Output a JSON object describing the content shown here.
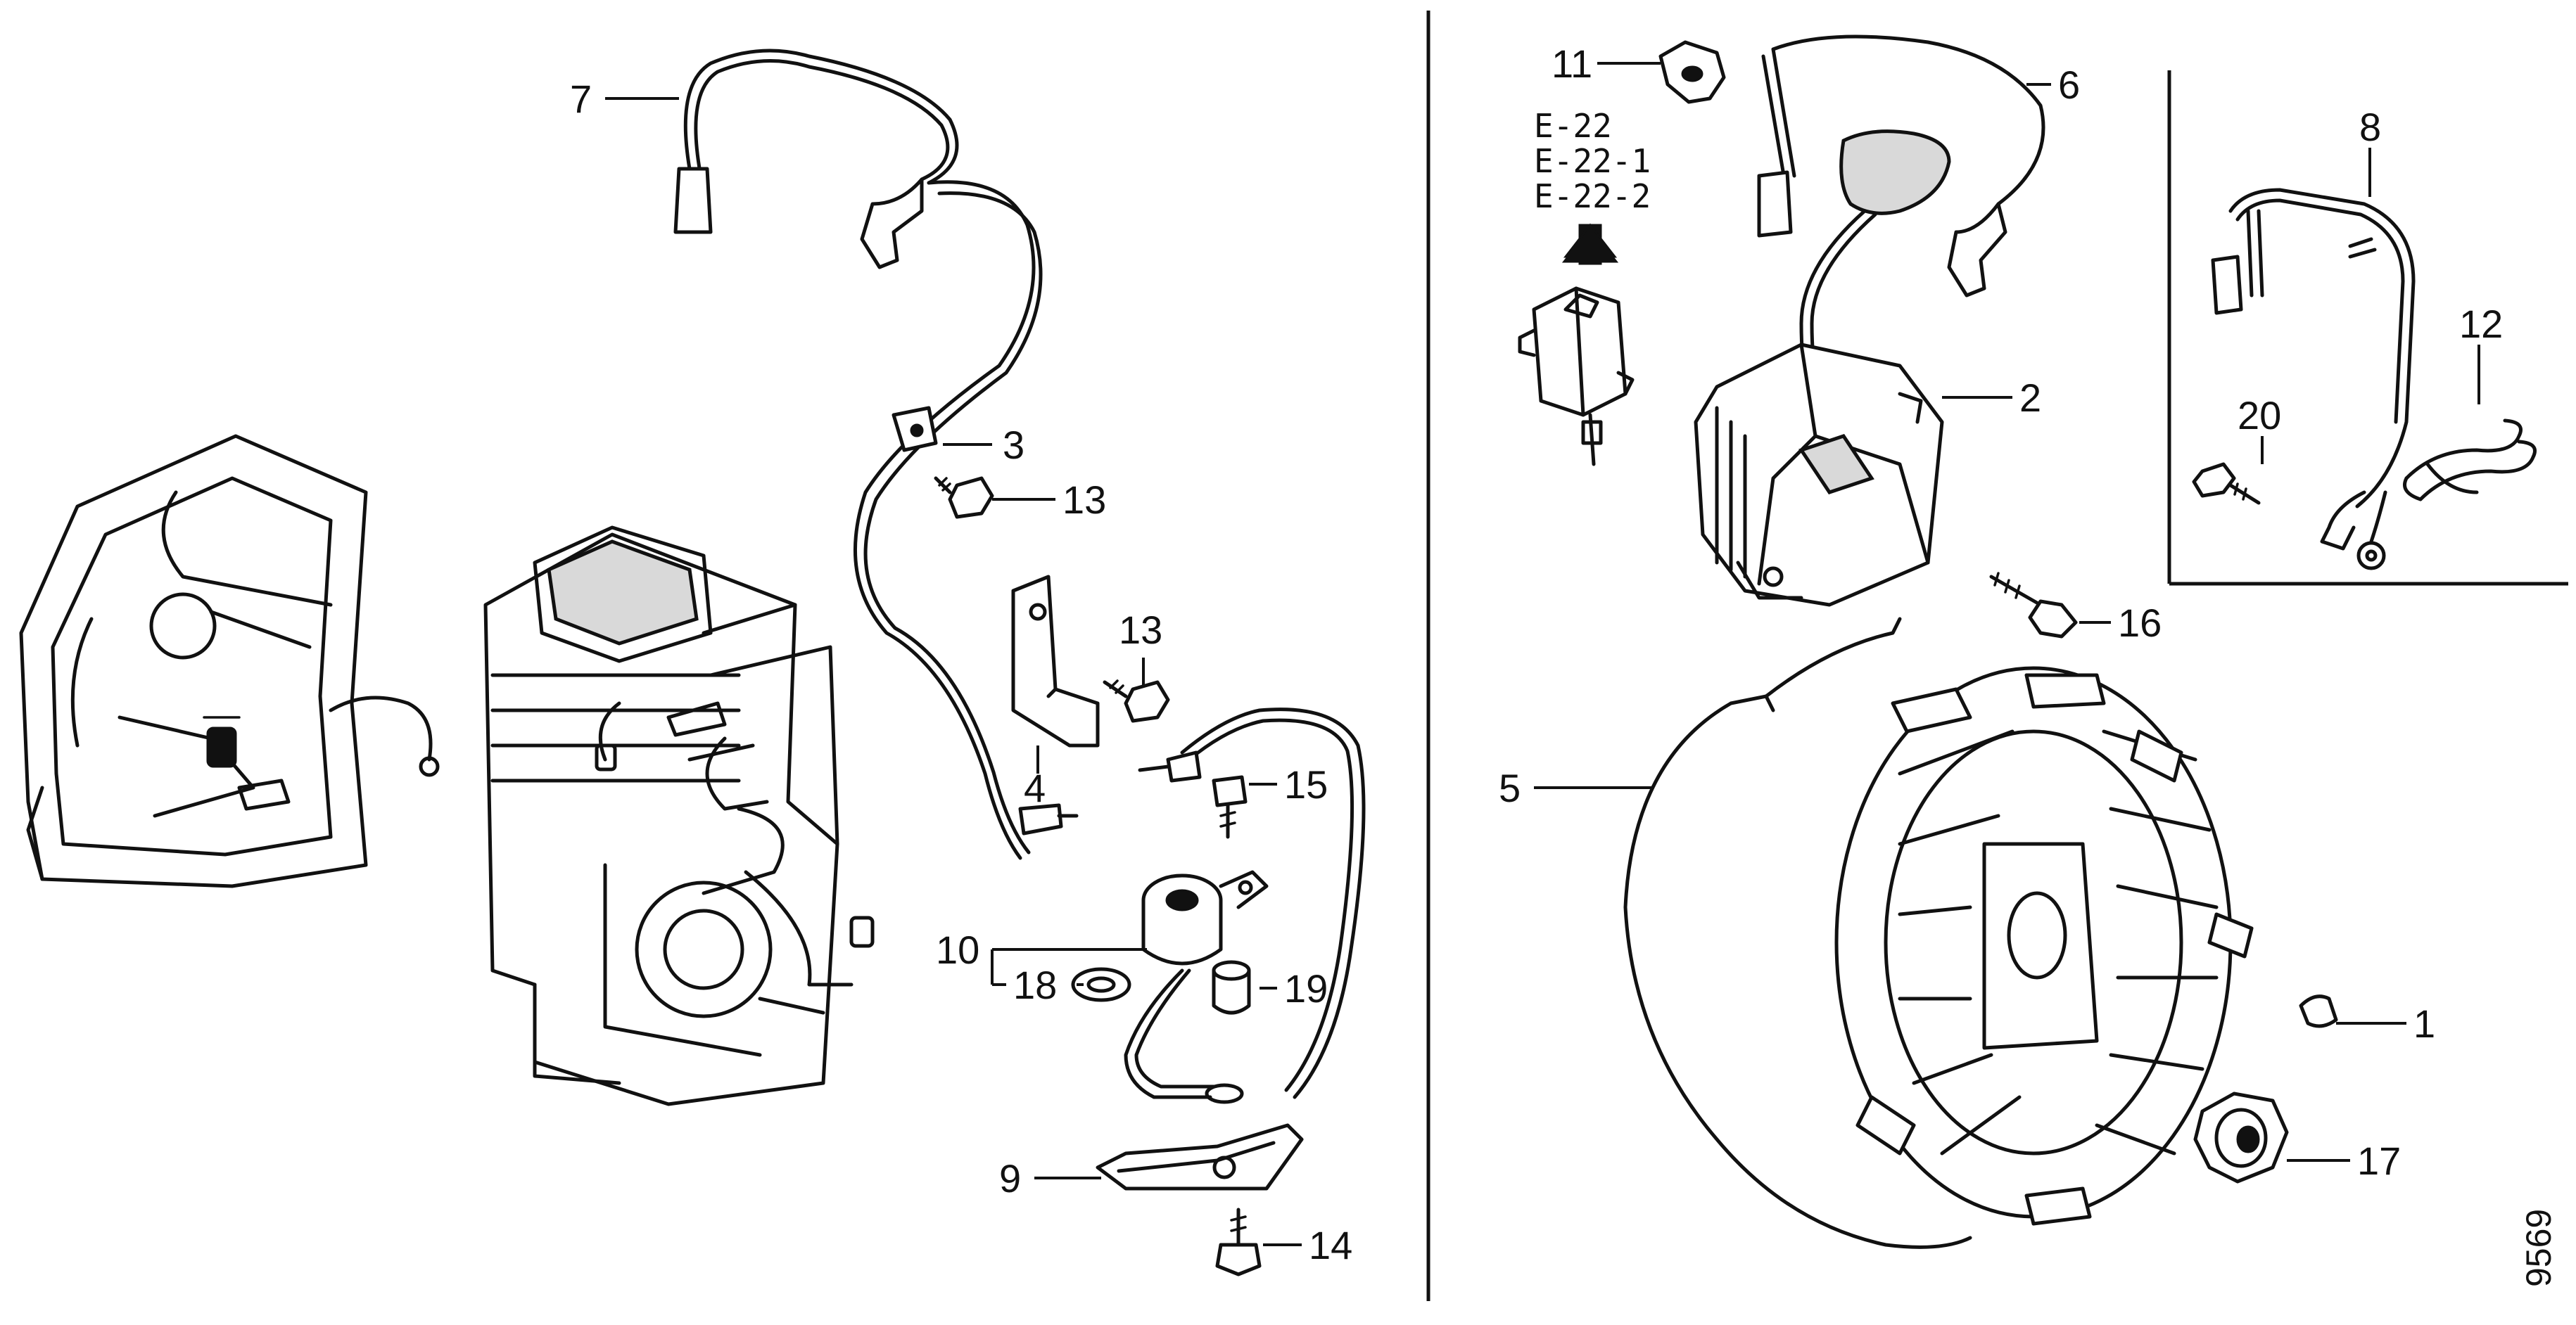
{
  "diagram_number": "9569",
  "reference_codes": [
    "E-22",
    "E-22-1",
    "E-22-2"
  ],
  "callouts": {
    "c1": "1",
    "c2": "2",
    "c3": "3",
    "c4": "4",
    "c5": "5",
    "c6": "6",
    "c7": "7",
    "c8": "8",
    "c9": "9",
    "c10": "10",
    "c11": "11",
    "c12": "12",
    "c13a": "13",
    "c13b": "13",
    "c14": "14",
    "c15": "15",
    "c16": "16",
    "c17": "17",
    "c18": "18",
    "c19": "19",
    "c20": "20"
  }
}
